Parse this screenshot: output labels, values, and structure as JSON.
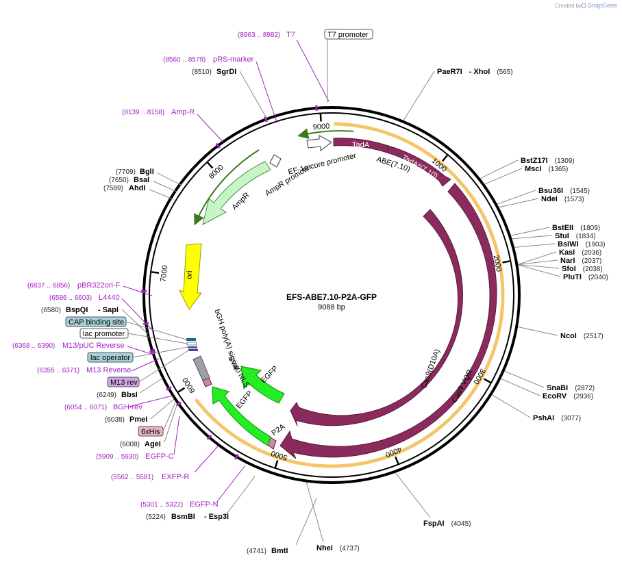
{
  "credit": {
    "created_by": "Created by",
    "brand": "SnapGene"
  },
  "plasmid": {
    "name": "EFS-ABE7.10-P2A-GFP",
    "size_label": "9088 bp",
    "length": 9088
  },
  "ticks": [
    {
      "bp": 9000,
      "label": "9000"
    },
    {
      "bp": 1000,
      "label": "1000"
    },
    {
      "bp": 2000,
      "label": "2000"
    },
    {
      "bp": 3000,
      "label": "3000"
    },
    {
      "bp": 4000,
      "label": "4000"
    },
    {
      "bp": 5000,
      "label": "5000"
    },
    {
      "bp": 6000,
      "label": "6000"
    },
    {
      "bp": 7000,
      "label": "7000"
    },
    {
      "bp": 8000,
      "label": "8000"
    }
  ],
  "sites_right": [
    {
      "name": "PaeR7I",
      "extra": "- XhoI",
      "pos": "(565)",
      "bp": 565
    },
    {
      "name": "BstZ17I",
      "extra": "",
      "pos": "(1309)",
      "bp": 1309
    },
    {
      "name": "MscI",
      "extra": "",
      "pos": "(1365)",
      "bp": 1365
    },
    {
      "name": "Bsu36I",
      "extra": "",
      "pos": "(1545)",
      "bp": 1545
    },
    {
      "name": "NdeI",
      "extra": "",
      "pos": "(1573)",
      "bp": 1573
    },
    {
      "name": "BstEII",
      "extra": "",
      "pos": "(1809)",
      "bp": 1809
    },
    {
      "name": "StuI",
      "extra": "",
      "pos": "(1834)",
      "bp": 1834
    },
    {
      "name": "BsiWI",
      "extra": "",
      "pos": "(1903)",
      "bp": 1903
    },
    {
      "name": "KasI",
      "extra": "",
      "pos": "(2036)",
      "bp": 2036
    },
    {
      "name": "NarI",
      "extra": "",
      "pos": "(2037)",
      "bp": 2037
    },
    {
      "name": "SfoI",
      "extra": "",
      "pos": "(2038)",
      "bp": 2038
    },
    {
      "name": "PluTI",
      "extra": "",
      "pos": "(2040)",
      "bp": 2040
    },
    {
      "name": "NcoI",
      "extra": "",
      "pos": "(2517)",
      "bp": 2517
    },
    {
      "name": "SnaBI",
      "extra": "",
      "pos": "(2872)",
      "bp": 2872
    },
    {
      "name": "EcoRV",
      "extra": "",
      "pos": "(2936)",
      "bp": 2936
    },
    {
      "name": "PshAI",
      "extra": "",
      "pos": "(3077)",
      "bp": 3077
    },
    {
      "name": "FspAI",
      "extra": "",
      "pos": "(4045)",
      "bp": 4045
    },
    {
      "name": "NheI",
      "extra": "",
      "pos": "(4737)",
      "bp": 4737
    }
  ],
  "sites_left": [
    {
      "name": "SgrDI",
      "extra": "",
      "pos": "(8510)",
      "bp": 8510
    },
    {
      "name": "BglI",
      "extra": "",
      "pos": "(7709)",
      "bp": 7709
    },
    {
      "name": "BsaI",
      "extra": "",
      "pos": "(7650)",
      "bp": 7650
    },
    {
      "name": "AhdI",
      "extra": "",
      "pos": "(7589)",
      "bp": 7589
    },
    {
      "name": "BspQI",
      "extra": "- SapI",
      "pos": "(6580)",
      "bp": 6580
    },
    {
      "name": "BbsI",
      "extra": "",
      "pos": "(6249)",
      "bp": 6249
    },
    {
      "name": "PmeI",
      "extra": "",
      "pos": "(6038)",
      "bp": 6038
    },
    {
      "name": "AgeI",
      "extra": "",
      "pos": "(6008)",
      "bp": 6008
    },
    {
      "name": "BsmBI",
      "extra": "- Esp3I",
      "pos": "(5224)",
      "bp": 5224
    },
    {
      "name": "BmtI",
      "extra": "",
      "pos": "(4741)",
      "bp": 4741
    }
  ],
  "primers": [
    {
      "name": "T7",
      "range": "(8963 .. 8982)"
    },
    {
      "name": "pRS-marker",
      "range": "(8560 .. 8579)"
    },
    {
      "name": "Amp-R",
      "range": "(8139 .. 8158)"
    },
    {
      "name": "pBR322ori-F",
      "range": "(6837 .. 6856)"
    },
    {
      "name": "L4440",
      "range": "(6586 .. 6603)"
    },
    {
      "name": "M13/pUC Reverse",
      "range": "(6368 .. 6390)"
    },
    {
      "name": "M13 Reverse",
      "range": "(6355 .. 6371)"
    },
    {
      "name": "BGH-rev",
      "range": "(6054 .. 6071)"
    },
    {
      "name": "EGFP-C",
      "range": "(5909 .. 5930)"
    },
    {
      "name": "EXFP-R",
      "range": "(5562 .. 5581)"
    },
    {
      "name": "EGFP-N",
      "range": "(5301 .. 5322)"
    }
  ],
  "boxed_labels": [
    {
      "text": "T7 promoter"
    },
    {
      "text": "CAP binding site"
    },
    {
      "text": "lac promoter"
    },
    {
      "text": "lac operator"
    },
    {
      "text": "M13 rev"
    },
    {
      "text": "6xHis"
    }
  ],
  "features": {
    "tadA": "TadA",
    "tadA_star": "TadA*(7.10)",
    "abe": "ABE(7.10)",
    "ef1a": "EF-1α core promoter",
    "ampr_promoter": "AmpR promoter",
    "ampr": "AmpR",
    "ori": "ori",
    "bgh": "bGH poly(A) signal",
    "sv40": "SV40 NLS",
    "egfp_inner": "EGFP",
    "egfp_outer": "EGFP",
    "p2a": "P2A",
    "cas9_d10a": "Cas9(D10A)",
    "cas9_vqr": "Cas9 VQR"
  },
  "colors": {
    "abe": "#8b2a5c",
    "egfp": "#22ee22",
    "ampr": "#c8f5c8",
    "ori": "#ffff00",
    "orf_ring": "#f5c56b",
    "primer": "#a020c0"
  }
}
